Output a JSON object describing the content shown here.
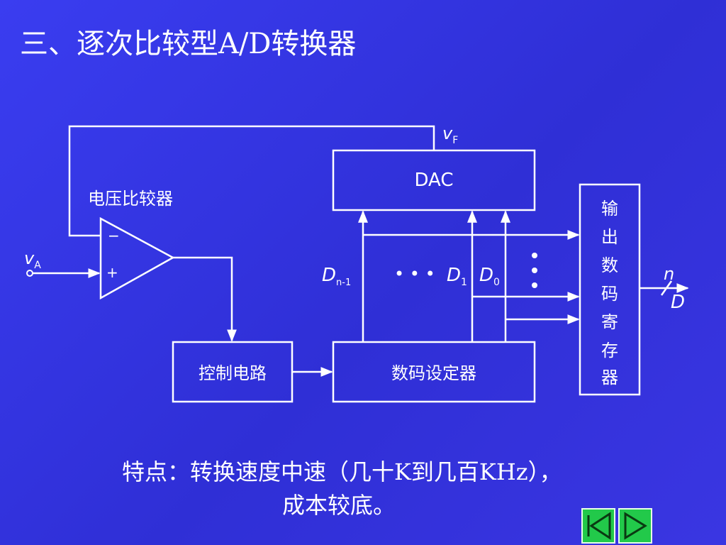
{
  "slide": {
    "title": "三、逐次比较型A/D转换器",
    "caption_line1": "特点：转换速度中速（几十K到几百KHz），",
    "caption_line2": "成本较底。"
  },
  "diagram": {
    "comparator_label": "电压比较器",
    "minus_sign": "−",
    "plus_sign": "+",
    "input_label": "v",
    "input_sub": "A",
    "feedback_label": "v",
    "feedback_sub": "F",
    "dac_label": "DAC",
    "control_label": "控制电路",
    "setter_label": "数码设定器",
    "register_chars": [
      "输",
      "出",
      "数",
      "码",
      "寄",
      "存",
      "器"
    ],
    "bit_high": "D",
    "bit_high_sub": "n-1",
    "bit_ellipsis": "• • •",
    "bit_1": "D",
    "bit_1_sub": "1",
    "bit_0": "D",
    "bit_0_sub": "0",
    "bus_width_label": "n",
    "output_label": "D"
  },
  "colors": {
    "background": "#3434e6",
    "line": "#ffffff",
    "nav_button": "#22c94a"
  }
}
